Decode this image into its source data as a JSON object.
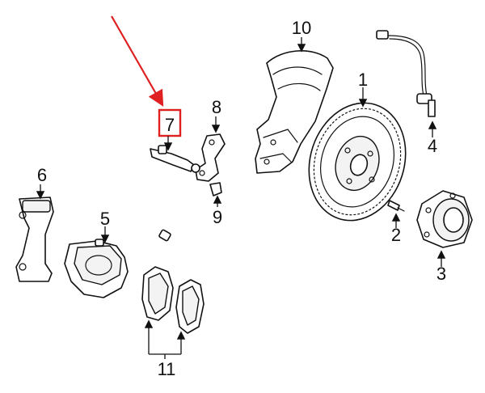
{
  "diagram": {
    "highlight_color": "#e02020",
    "line_color": "#111111",
    "highlighted_part": "7",
    "callouts": {
      "c1": "1",
      "c2": "2",
      "c3": "3",
      "c4": "4",
      "c5": "5",
      "c6": "6",
      "c7": "7",
      "c8": "8",
      "c9": "9",
      "c10": "10",
      "c11": "11"
    }
  }
}
